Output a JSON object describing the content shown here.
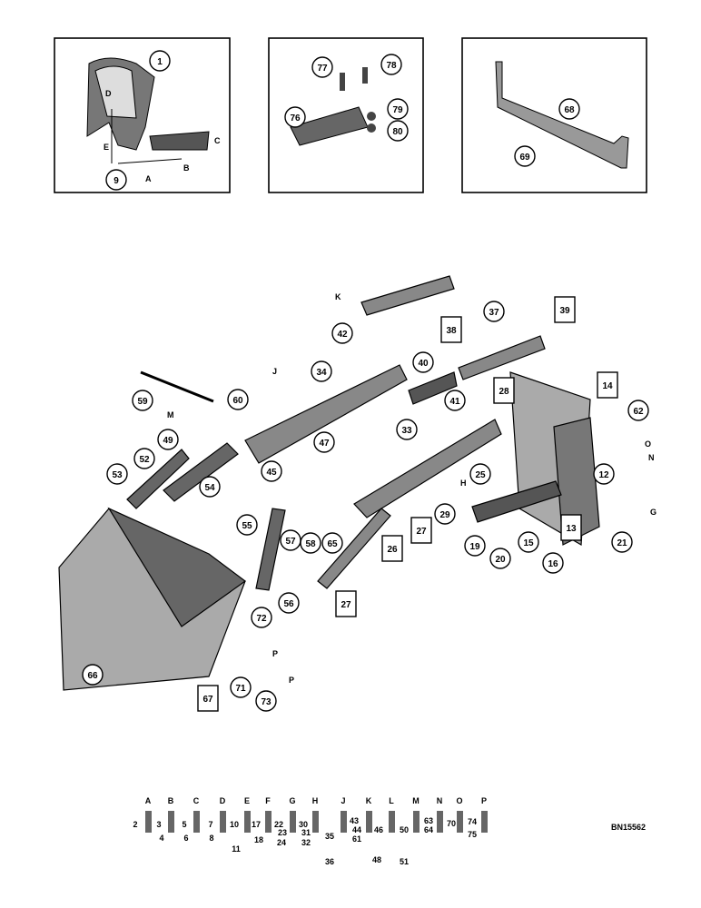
{
  "drawing_code": "BN15562",
  "insets": {
    "first": {
      "callouts": [
        "1",
        "9"
      ],
      "letters": [
        "D",
        "E",
        "A",
        "B",
        "C"
      ]
    },
    "second": {
      "callouts": [
        "77",
        "78",
        "76",
        "79",
        "80"
      ]
    },
    "third": {
      "callouts": [
        "68",
        "69"
      ]
    }
  },
  "main_callouts": [
    "42",
    "37",
    "38",
    "39",
    "34",
    "40",
    "41",
    "28",
    "14",
    "62",
    "59",
    "60",
    "49",
    "47",
    "33",
    "25",
    "12",
    "52",
    "53",
    "54",
    "45",
    "29",
    "19",
    "20",
    "15",
    "13",
    "21",
    "16",
    "55",
    "57",
    "58",
    "65",
    "26",
    "27",
    "56",
    "27",
    "72",
    "66",
    "71",
    "73",
    "67"
  ],
  "main_letters": [
    "K",
    "J",
    "M",
    "H",
    "O",
    "N",
    "G",
    "P",
    "P"
  ],
  "hardware_key": {
    "columns": [
      "A",
      "B",
      "C",
      "D",
      "E",
      "F",
      "G",
      "H",
      "J",
      "K",
      "L",
      "M",
      "N",
      "O",
      "P"
    ],
    "numbers": [
      "2",
      "3",
      "4",
      "5",
      "6",
      "7",
      "8",
      "10",
      "11",
      "17",
      "18",
      "22",
      "23",
      "24",
      "30",
      "31",
      "32",
      "35",
      "36",
      "43",
      "44",
      "61",
      "46",
      "48",
      "50",
      "51",
      "63",
      "64",
      "70",
      "74",
      "75"
    ]
  }
}
